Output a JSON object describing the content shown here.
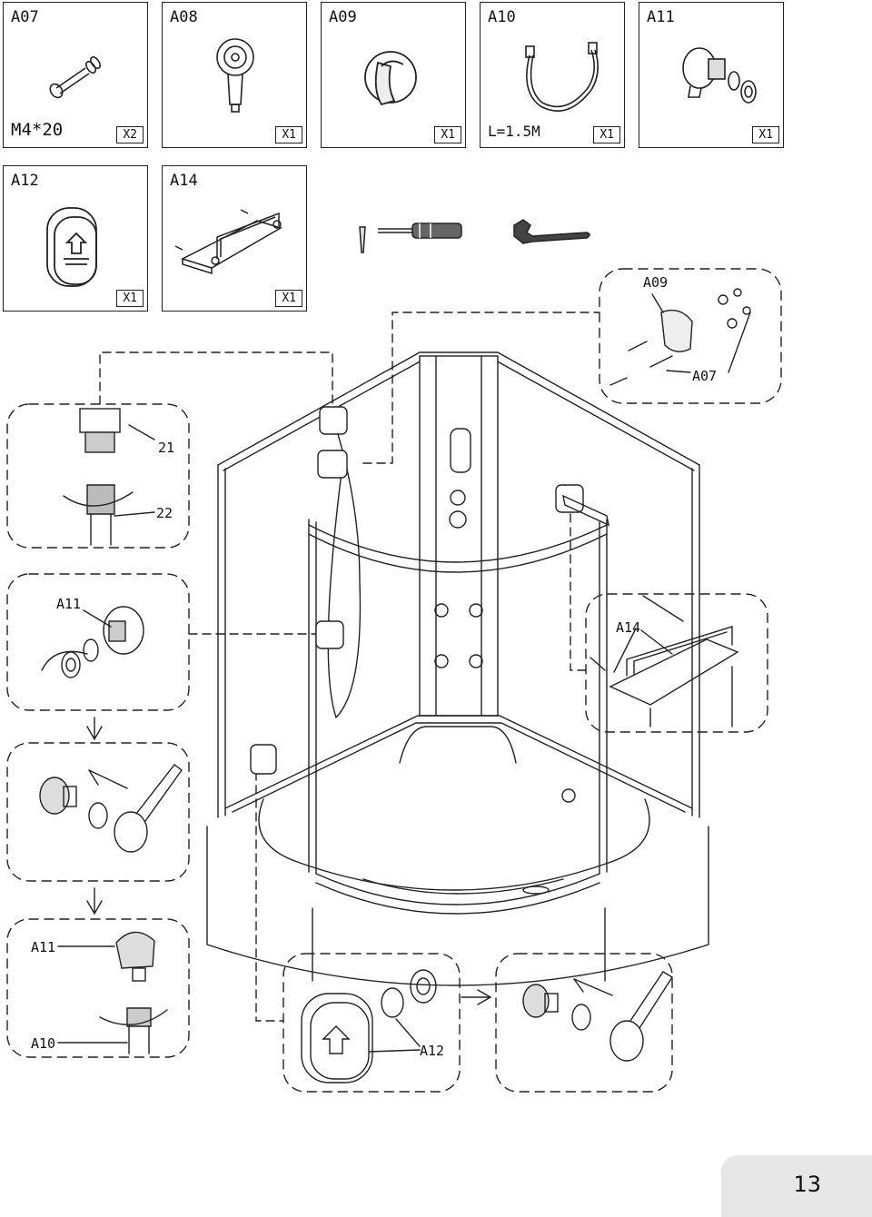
{
  "parts": [
    {
      "code": "A07",
      "spec": "M4*20",
      "qty": "X2",
      "icon": "screw-with-washers-icon"
    },
    {
      "code": "A08",
      "spec": "",
      "qty": "X1",
      "icon": "hand-shower-icon"
    },
    {
      "code": "A09",
      "spec": "",
      "qty": "X1",
      "icon": "shower-holder-icon"
    },
    {
      "code": "A10",
      "spec": "L=1.5M",
      "qty": "X1",
      "icon": "shower-hose-icon"
    },
    {
      "code": "A11",
      "spec": "",
      "qty": "X1",
      "icon": "wall-outlet-elbow-icon"
    },
    {
      "code": "A12",
      "spec": "",
      "qty": "X1",
      "icon": "cover-cap-icon"
    },
    {
      "code": "A14",
      "spec": "",
      "qty": "X1",
      "icon": "towel-rack-icon"
    }
  ],
  "tools": [
    "screwdriver-icon",
    "adjustable-wrench-icon"
  ],
  "callouts": {
    "a09": "A09",
    "a07": "A07",
    "n21": "21",
    "n22": "22",
    "a11_top": "A11",
    "a14": "A14",
    "a11_bottom": "A11",
    "a10": "A10",
    "a12": "A12"
  },
  "page_number": "13"
}
